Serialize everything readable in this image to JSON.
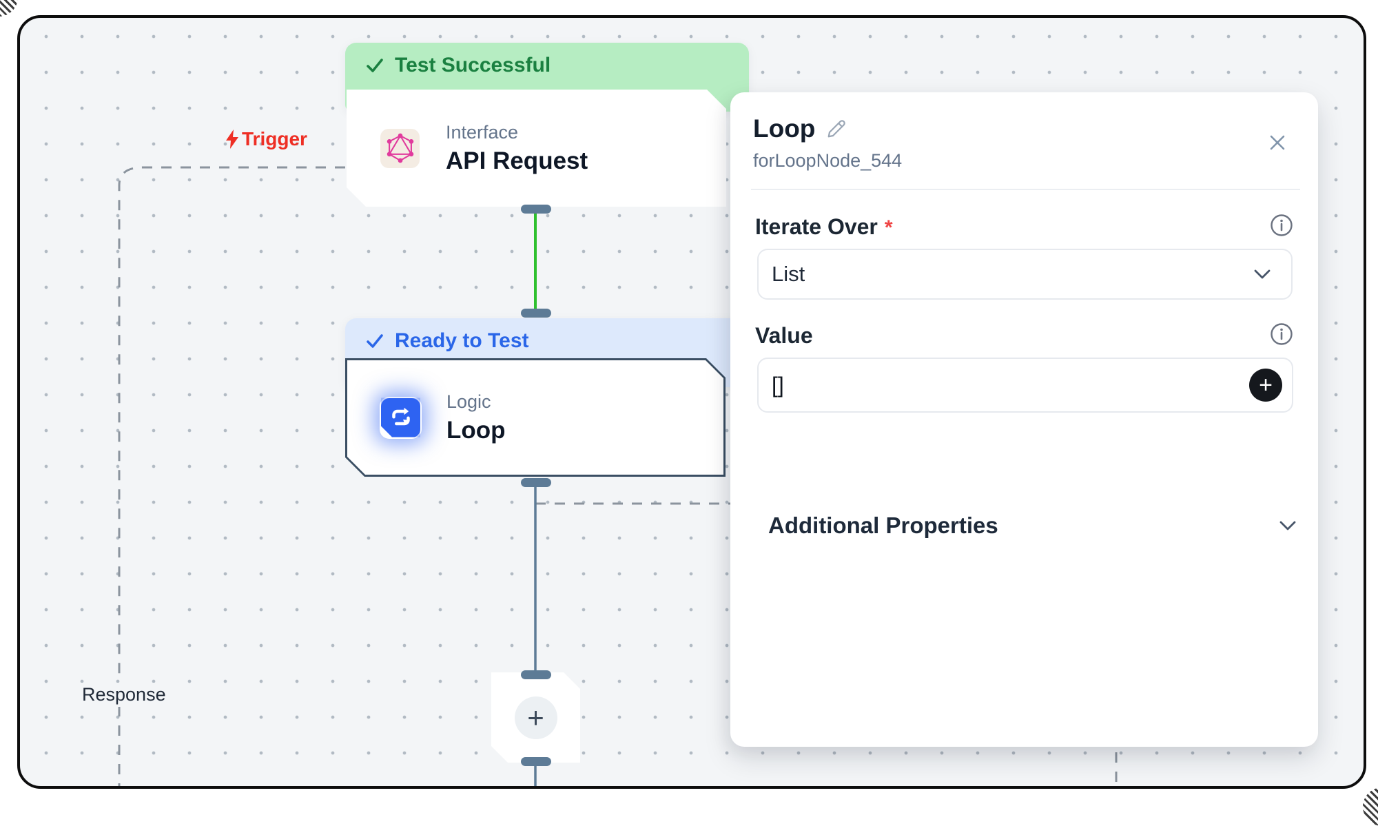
{
  "canvas": {
    "trigger": {
      "label": "Trigger"
    },
    "response_label": "Response",
    "api_node": {
      "status": "Test Successful",
      "check_glyph": "✓",
      "category": "Interface",
      "name": "API Request"
    },
    "loop_node": {
      "status": "Ready to Test",
      "check_glyph": "✓",
      "category": "Logic",
      "name": "Loop"
    },
    "add_button": {
      "glyph": "+"
    }
  },
  "panel": {
    "title": "Loop",
    "node_id": "forLoopNode_544",
    "iterate": {
      "label": "Iterate Over",
      "required": "*",
      "value": "List"
    },
    "value": {
      "label": "Value",
      "value": "[]",
      "add_glyph": "+"
    },
    "additional": {
      "label": "Additional Properties"
    }
  },
  "colors": {
    "canvas_bg": "#f3f5f7",
    "banner_green_bg": "#b6edc2",
    "banner_green_text": "#1a8040",
    "banner_blue_bg": "#dde9fc",
    "banner_blue_text": "#2a66e8",
    "edge_green": "#2ec02e",
    "edge_slate": "#5d7b96",
    "dashed_gray": "#8b949e",
    "loop_icon_blue": "#2e63f2",
    "graphql_pink": "#e13a9d",
    "trigger_red": "#ee2e24",
    "node_border_slate": "#3a4e63"
  }
}
